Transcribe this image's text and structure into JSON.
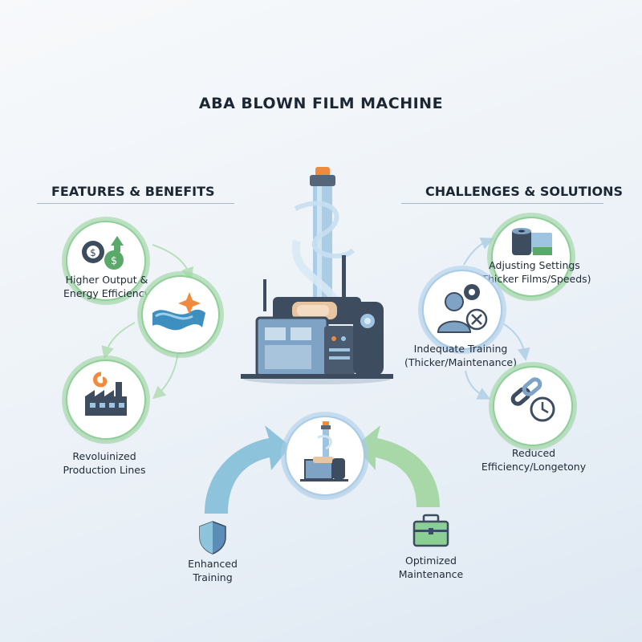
{
  "title": "ABA BLOWN FILM MACHINE",
  "features": {
    "heading": "FEATURES & BENEFITS",
    "items": [
      {
        "line1": "Higher Output &",
        "line2": "Energy Efficiency"
      },
      {
        "line1": "Revoluinized",
        "line2": "Production Lines"
      }
    ]
  },
  "challenges": {
    "heading": "CHALLENGES & SOLUTIONS",
    "items": [
      {
        "line1": "Adjusting Settings",
        "line2": "(Thicker Films/Speeds)"
      },
      {
        "line1": "Indequate Training",
        "line2": "(Thicker/Maintenance)"
      },
      {
        "line1": "Reduced",
        "line2": "Efficiency/Longetony"
      }
    ]
  },
  "solutions": {
    "items": [
      {
        "line1": "Enhanced",
        "line2": "Training"
      },
      {
        "line1": "Optimized",
        "line2": "Maintenance"
      }
    ]
  },
  "colors": {
    "green_ring": "#8fcf98",
    "blue_ring": "#a9cbe6",
    "blue_arrow": "#8ec3dc",
    "green_arrow": "#a9d8a8",
    "machine_dark": "#3d4c5f",
    "machine_blue": "#7fa3c5",
    "accent_orange": "#f08a3c"
  },
  "icons": [
    "gears-dollar-icon",
    "film-wave-icon",
    "factory-icon",
    "film-roll-icon",
    "worker-gear-icon",
    "chain-clock-icon",
    "shield-icon",
    "toolbox-icon",
    "machine-icon"
  ]
}
